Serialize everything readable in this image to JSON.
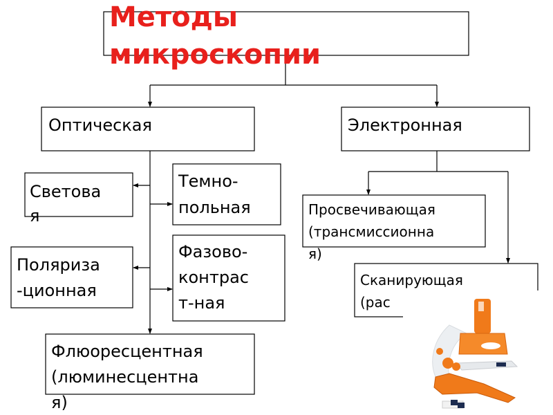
{
  "title": {
    "line1": "Методы",
    "line2": "микроскопии"
  },
  "optical": {
    "label": "Оптическая",
    "light": {
      "line1": "Светова",
      "line2": "я"
    },
    "darkfield": {
      "line1": "Темно-",
      "line2": "польная"
    },
    "polarization": {
      "line1": "Поляриза",
      "line2": "-ционная"
    },
    "phase": {
      "line1": "Фазово-",
      "line2": "контрас",
      "line3": "т-ная"
    },
    "fluorescence": {
      "line1": "Флюоресцентная",
      "line2": "(люминесцентна",
      "line3": "я)"
    }
  },
  "electron": {
    "label": "Электронная",
    "transmission": {
      "line1": "Просвечивающая",
      "line2": "(трансмиссионна",
      "line3": "я)"
    },
    "scanning": {
      "line1": "Сканирующая",
      "line2": "(рас"
    }
  },
  "colors": {
    "title": "#e8201c",
    "microscope": "#f07a1a"
  }
}
